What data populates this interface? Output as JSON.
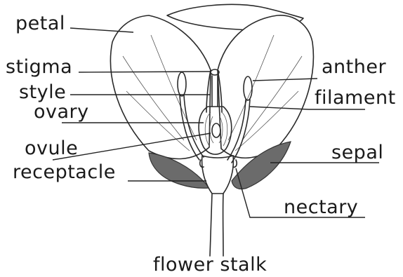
{
  "labels": {
    "petal": "petal",
    "stigma": "stigma",
    "style": "style",
    "ovary": "ovary",
    "ovule": "ovule",
    "receptacle": "receptacle",
    "anther": "anther",
    "filament": "filament",
    "sepal": "sepal",
    "nectary": "nectary",
    "flower_stalk": "flower stalk"
  },
  "colors": {
    "ink": "#2a2a2a",
    "sepal_fill": "#6b6b6b",
    "background": "#ffffff"
  }
}
